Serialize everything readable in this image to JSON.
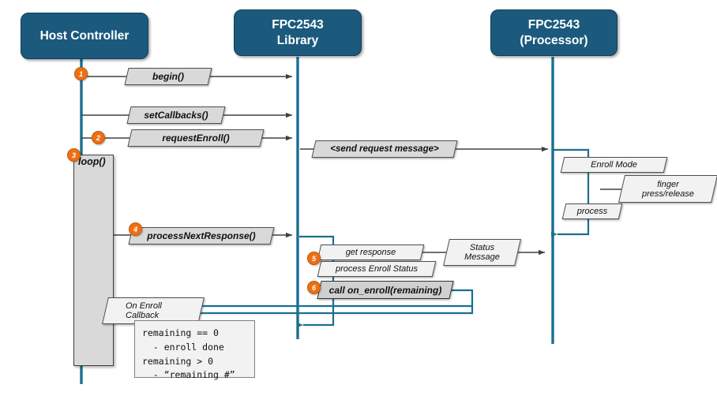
{
  "diagram": {
    "title": "FPC2543 Enroll Sequence Diagram",
    "accent_color": "#1b5a7d",
    "badge_color": "#ed7014",
    "lifeline_color": "#1b6f91",
    "arrow_color": "#404040"
  },
  "participants": [
    {
      "id": "host",
      "label": "Host Controller"
    },
    {
      "id": "library",
      "label": "FPC2543\nLibrary"
    },
    {
      "id": "processor",
      "label": "FPC2543\n(Processor)"
    }
  ],
  "participant_labels": {
    "host": "Host Controller",
    "library_line1": "FPC2543",
    "library_line2": "Library",
    "processor_line1": "FPC2543",
    "processor_line2": "(Processor)"
  },
  "messages": [
    {
      "n": 1,
      "label": "begin()",
      "from": "host",
      "to": "library"
    },
    {
      "n": null,
      "label": "setCallbacks()",
      "from": "host",
      "to": "library"
    },
    {
      "n": 2,
      "label": "requestEnroll()",
      "from": "host",
      "to": "library"
    },
    {
      "n": null,
      "label": "<send request message>",
      "from": "library",
      "to": "processor"
    },
    {
      "n": null,
      "label": "Enroll Mode",
      "from": "processor",
      "to": "processor"
    },
    {
      "n": null,
      "label": "finger\npress/release",
      "from": "external",
      "to": "processor"
    },
    {
      "n": null,
      "label": "process",
      "from": "processor",
      "to": "processor"
    },
    {
      "n": 4,
      "label": "processNextResponse()",
      "from": "host",
      "to": "library"
    },
    {
      "n": null,
      "label": "Status\nMessage",
      "from": "processor",
      "to": "library"
    },
    {
      "n": 5,
      "label": "get response",
      "from": "library",
      "to": "library"
    },
    {
      "n": null,
      "label": "process Enroll Status",
      "from": "library",
      "to": "library"
    },
    {
      "n": 6,
      "label": "call on_enroll(remaining)",
      "from": "library",
      "to": "library"
    },
    {
      "n": null,
      "label": "On Enroll\nCallback",
      "from": "library",
      "to": "host"
    }
  ],
  "labels": {
    "begin": "begin()",
    "set_callbacks": "setCallbacks()",
    "request_enroll": "requestEnroll()",
    "send_request_message": "<send request message>",
    "enroll_mode": "Enroll  Mode",
    "finger_line1": "finger",
    "finger_line2": "press/release",
    "process": "process",
    "process_next_response": "processNextResponse()",
    "status_line1": "Status",
    "status_line2": "Message",
    "get_response": "get response",
    "process_enroll_status": "process Enroll Status",
    "call_on_enroll": "call on_enroll(remaining)",
    "on_enroll_line1": "On Enroll",
    "on_enroll_line2": "Callback",
    "loop": "loop()"
  },
  "badges": {
    "b1": "1",
    "b2": "2",
    "b3": "3",
    "b4": "4",
    "b5": "5",
    "b6": "6"
  },
  "note": {
    "text": "remaining == 0\n  - enroll done\nremaining > 0\n  - “remaining #”"
  }
}
